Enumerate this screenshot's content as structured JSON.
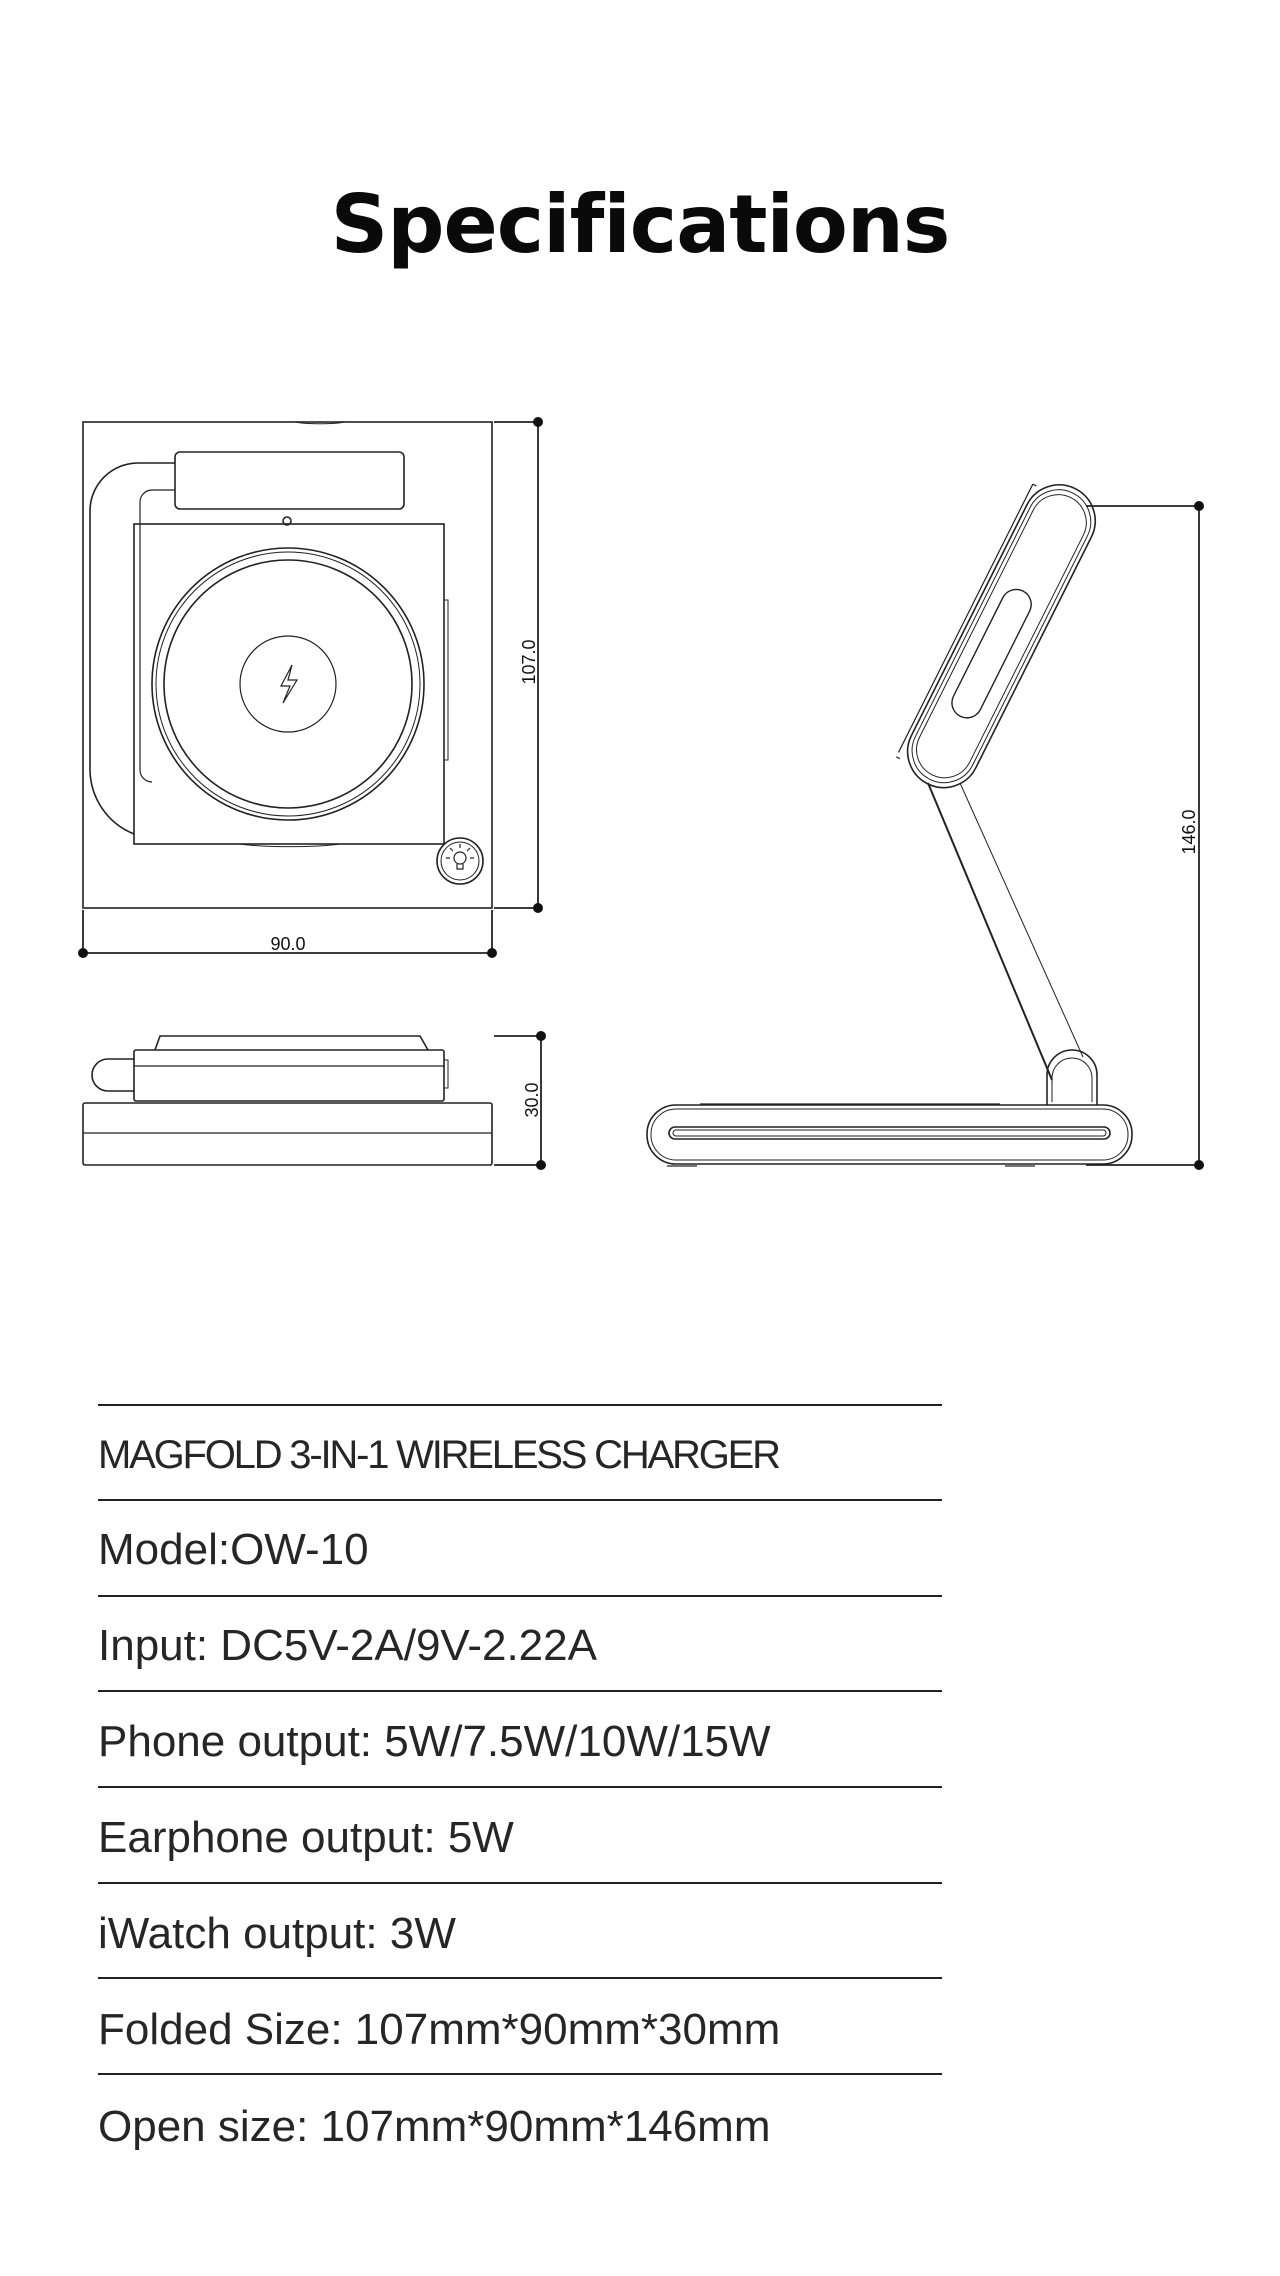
{
  "page": {
    "title": "Specifications"
  },
  "dimensions": {
    "front_height": "107.0",
    "front_width": "90.0",
    "folded_thickness": "30.0",
    "open_height": "146.0"
  },
  "specs": [
    {
      "text": "MAGFOLD  3-IN-1 WIRELESS CHARGER"
    },
    {
      "text": "Model:OW-10"
    },
    {
      "text": "Input: DC5V-2A/9V-2.22A"
    },
    {
      "text": "Phone output: 5W/7.5W/10W/15W"
    },
    {
      "text": "Earphone output: 5W"
    },
    {
      "text": "iWatch output: 3W"
    },
    {
      "text": "Folded Size: 107mm*90mm*30mm"
    },
    {
      "text": "Open size: 107mm*90mm*146mm"
    }
  ],
  "colors": {
    "text": "#1e1e1e",
    "line": "#222222",
    "background": "#ffffff"
  }
}
